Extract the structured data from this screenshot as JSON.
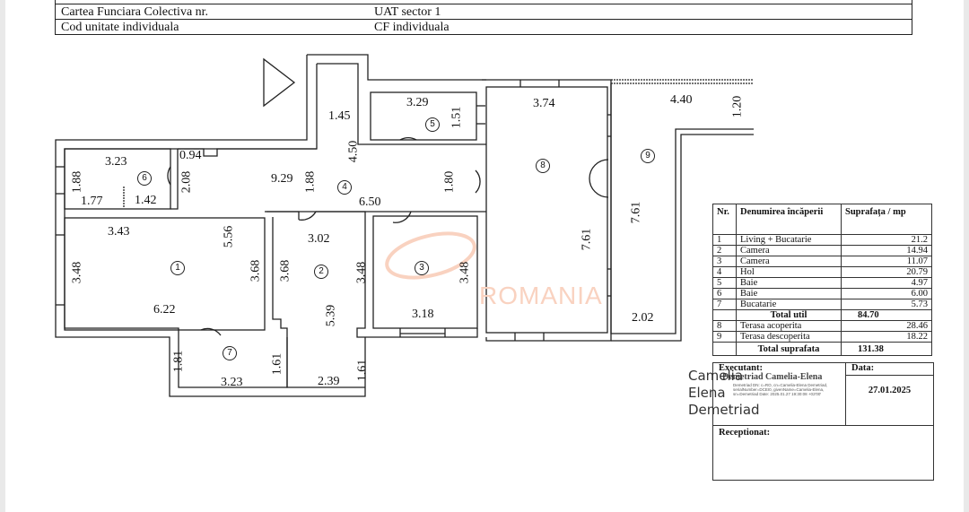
{
  "header": {
    "rows": [
      {
        "left": "Cartea Funciara Colectiva nr.",
        "right": "UAT sector  1"
      },
      {
        "left": "Cod unitate individuala",
        "right": "CF individuala"
      }
    ]
  },
  "plan": {
    "watermark": "ROMANIA",
    "room_numbers": [
      "1",
      "2",
      "3",
      "4",
      "5",
      "6",
      "7",
      "8",
      "9"
    ],
    "dimensions": {
      "entry_1_45": "1.45",
      "hol_4_50": "4.50",
      "baie5_w": "3.29",
      "baie5_h": "1.51",
      "baie6_w": "3.23",
      "baie6_h": "1.88",
      "baie6_a": "1.77",
      "baie6_b": "1.42",
      "baie6_door": "2.08",
      "niche": "0.94",
      "hol_w": "9.29",
      "hol_h": "1.88",
      "hol_6_50": "6.50",
      "hol_1_80": "1.80",
      "liv_top": "3.43",
      "liv_5_56": "5.56",
      "liv_left": "3.48",
      "liv_right": "3.68",
      "liv_bottom": "6.22",
      "cam2_top": "3.02",
      "cam2_left": "3.68",
      "cam2_right": "3.48",
      "cam2_5_39": "5.39",
      "cam2_1_61": "1.61",
      "cam2_bottom": "2.39",
      "cam3_right": "3.48",
      "cam3_bottom": "3.18",
      "buc7_left": "1.81",
      "buc7_right": "1.61",
      "buc7_bottom": "3.23",
      "ter8_top": "3.74",
      "ter8_h": "7.61",
      "ter9_h": "7.61",
      "ter9_top": "4.40",
      "ter9_1_20": "1.20",
      "ter9_bottom": "2.02"
    }
  },
  "areas_table": {
    "headers": [
      "Nr.",
      "Denumirea încăperii",
      "Suprafața / mp"
    ],
    "rows": [
      {
        "nr": "1",
        "name": "Living + Bucatarie",
        "area": "21.2"
      },
      {
        "nr": "2",
        "name": "Camera",
        "area": "14.94"
      },
      {
        "nr": "3",
        "name": "Camera",
        "area": "11.07"
      },
      {
        "nr": "4",
        "name": "Hol",
        "area": "20.79"
      },
      {
        "nr": "5",
        "name": "Baie",
        "area": "4.97"
      },
      {
        "nr": "6",
        "name": "Baie",
        "area": "6.00"
      },
      {
        "nr": "7",
        "name": "Bucatarie",
        "area": "5.73"
      }
    ],
    "total_util": {
      "label": "Total util",
      "value": "84.70"
    },
    "terraces": [
      {
        "nr": "8",
        "name": "Terasa acoperita",
        "area": "28.46"
      },
      {
        "nr": "9",
        "name": "Terasa descoperita",
        "area": "18.22"
      }
    ],
    "total_suprafata": {
      "label": "Total suprafata",
      "value": "131.38"
    }
  },
  "signature_block": {
    "executant_label": "Executant:",
    "signer_overlay": "Demetriad Camelia-Elena",
    "digital_sig_lines": "Demetriad\nDN: c=RO, cn=Camelia-Elena Demetriad, serialNumber=DCEI0, givenName=Camelia-Elena, sn=Demetriad\nDate: 2025.01.27 19:30:08 +02'00'",
    "data_label": "Data:",
    "date": "27.01.2025",
    "receptionat_label": "Receptionat:",
    "signature_name_lines": [
      "Camelia",
      "Elena",
      "Demetriad"
    ]
  }
}
